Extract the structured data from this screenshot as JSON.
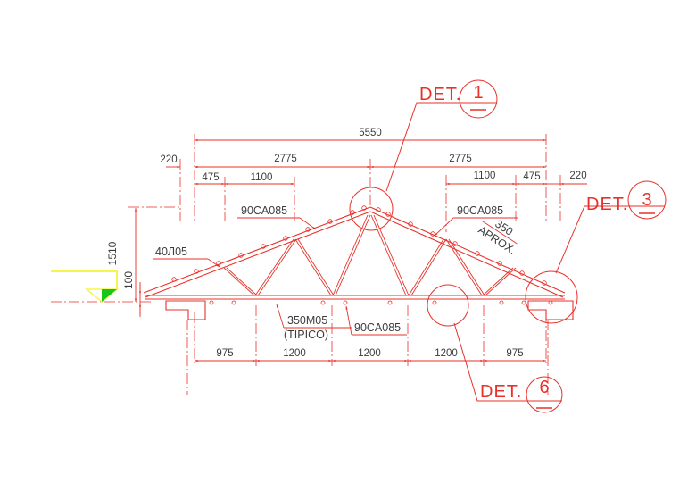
{
  "drawing_type": "truss-elevation-cad-drawing",
  "colors": {
    "line_red": "#e8312a",
    "text_gray": "#3c3c3c",
    "datum_yellow": "#f5f54e",
    "datum_green": "#17c617",
    "background": "#ffffff"
  },
  "dimensions": {
    "overall": "5550",
    "left_half": "2775",
    "right_half": "2775",
    "left_offset": "220",
    "right_offset": "220",
    "left_475": "475",
    "left_1100": "1100",
    "right_1100": "1100",
    "right_475": "475",
    "bottom": [
      "975",
      "1200",
      "1200",
      "1200",
      "975"
    ],
    "height": "1510",
    "eave_depth": "100"
  },
  "labels": {
    "top_chord_left": "90CA085",
    "top_chord_right": "90CA085",
    "bottom_chord": "90CA085",
    "angle_member": "40Л05",
    "plate": "350M05",
    "plate_note": "(TIPICO)",
    "spacing": "350",
    "spacing_note": "APROX."
  },
  "callouts": {
    "det1": {
      "prefix": "DET.",
      "number": "1"
    },
    "det3": {
      "prefix": "DET.",
      "number": "3"
    },
    "det6": {
      "prefix": "DET.",
      "number": "6"
    }
  }
}
